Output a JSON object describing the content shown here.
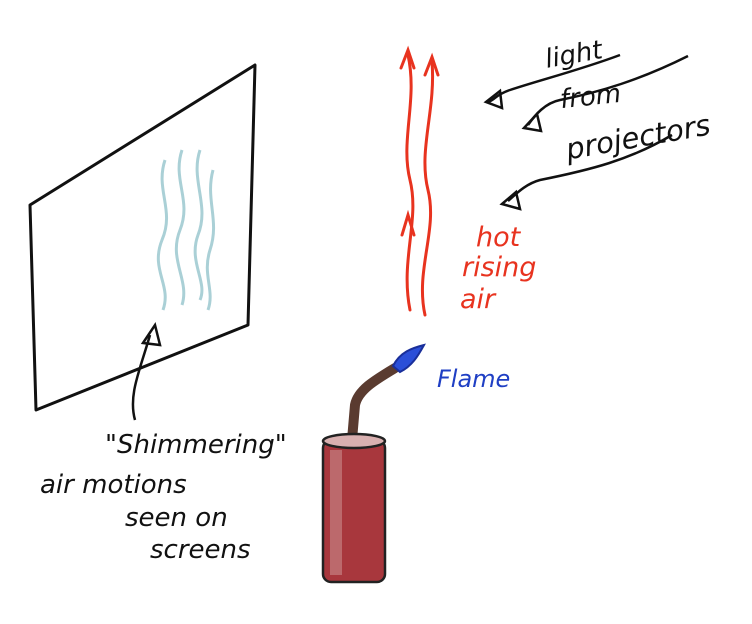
{
  "labels": {
    "light_line1": "light",
    "light_line2": "from",
    "light_line3": "projectors",
    "hot_line1": "hot",
    "hot_line2": "rising",
    "hot_line3": "air",
    "flame": "Flame",
    "shimmer_line1": "\"Shimmering\"",
    "shimmer_line2": "air motions",
    "shimmer_line3": "seen on",
    "shimmer_line4": "screens"
  },
  "colors": {
    "ink": "#111111",
    "hot_air": "#e8331f",
    "flame": "#1f3fc4",
    "shimmer": "#9cc8d0",
    "canister": "#8c2a2e"
  }
}
